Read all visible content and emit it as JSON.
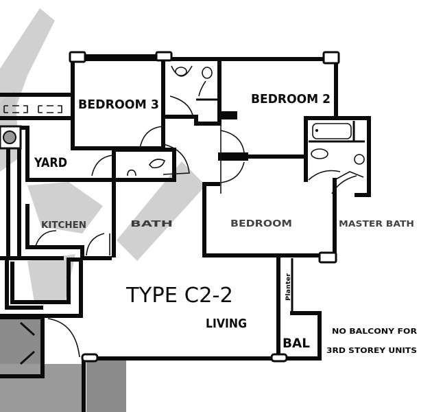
{
  "plan": {
    "type_label": "TYPE C2-2",
    "rooms": {
      "bedroom3": "BEDROOM 3",
      "bedroom2": "BEDROOM 2",
      "yard": "YARD",
      "living": "LIVING",
      "balcony": "BAL",
      "planter": "Planter",
      "kitchen_blurred": "KITCHEN",
      "bath_blurred": "BATH",
      "bedroom1_blurred": "BEDROOM",
      "master_bath_blurred": "MASTER BATH"
    },
    "notes": {
      "balcony_note_line1": "NO BALCONY FOR",
      "balcony_note_line2": "3RD STOREY UNITS"
    },
    "colors": {
      "wall": "#0a0a0a",
      "background": "#ffffff",
      "watermark": "#c8c8c8",
      "shaded_area": "#8c8c8c"
    }
  }
}
